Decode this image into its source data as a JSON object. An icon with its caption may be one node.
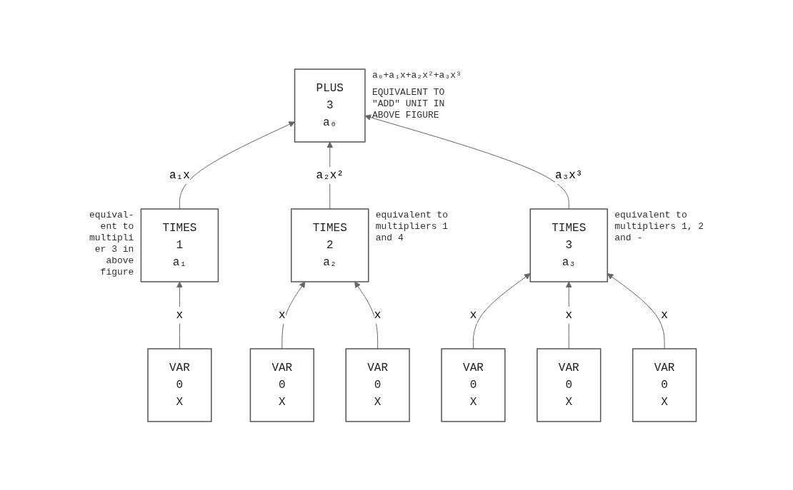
{
  "diagram": {
    "nodes": [
      {
        "text": [
          "PLUS",
          "3",
          "a₀"
        ],
        "beside": [
          "a₀+a₁x+a₂x²+a₃x³",
          "EQUIVALENT TO \"ADD\" UNIT IN ABOVE FIGURE"
        ]
      },
      {
        "text": [
          "TIMES",
          "1",
          "a₁"
        ],
        "beside": [
          "equival- ent to multipli er 3 in above figure"
        ]
      },
      {
        "text": [
          "TIMES",
          "2",
          "a₂"
        ],
        "beside": [
          "equivalent to multipliers 1 and 4"
        ]
      },
      {
        "text": [
          "TIMES",
          "3",
          "a₃"
        ],
        "beside": [
          "equivalent to multipliers 1, 2 and -"
        ]
      },
      {
        "text": [
          "VAR",
          "0",
          "X"
        ]
      },
      {
        "text": [
          "VAR",
          "0",
          "X"
        ]
      },
      {
        "text": [
          "VAR",
          "0",
          "X"
        ]
      },
      {
        "text": [
          "VAR",
          "0",
          "X"
        ]
      },
      {
        "text": [
          "VAR",
          "0",
          "X"
        ]
      },
      {
        "text": [
          "VAR",
          "0",
          "X"
        ]
      }
    ],
    "edges": [
      {
        "from": 1,
        "to": 0,
        "arrow": "to",
        "label": "a₁x"
      },
      {
        "from": 2,
        "to": 0,
        "arrow": "to",
        "label": "a₂x²"
      },
      {
        "from": 3,
        "to": 0,
        "arrow": "to",
        "label": "a₃x³"
      },
      {
        "from": 4,
        "to": 1,
        "arrow": "to",
        "label": "x"
      },
      {
        "from": 5,
        "to": 2,
        "arrow": "to",
        "label": "x"
      },
      {
        "from": 6,
        "to": 2,
        "arrow": "to",
        "label": "x"
      },
      {
        "from": 7,
        "to": 3,
        "arrow": "to",
        "label": "x"
      },
      {
        "from": 8,
        "to": 3,
        "arrow": "to",
        "label": "x"
      },
      {
        "from": 9,
        "to": 3,
        "arrow": "to",
        "label": "x"
      }
    ]
  }
}
